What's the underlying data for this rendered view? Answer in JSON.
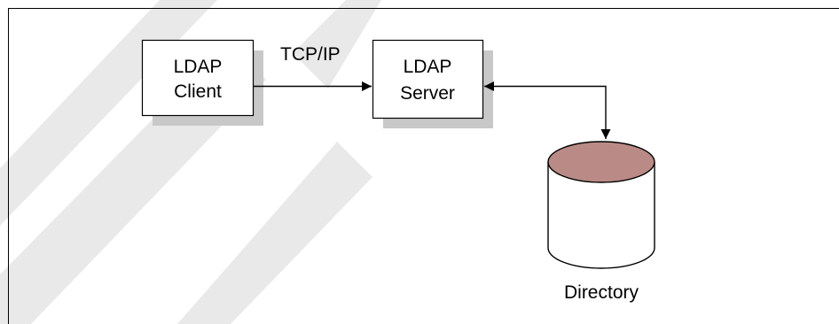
{
  "diagram": {
    "client": {
      "line1": "LDAP",
      "line2": "Client"
    },
    "server": {
      "line1": "LDAP",
      "line2": "Server"
    },
    "connection_label": "TCP/IP",
    "database_label": "Directory"
  },
  "colors": {
    "box_shadow": "#c8c8c8",
    "database_top": "#b98a86",
    "line": "#000000",
    "watermark": "#e6e6e6"
  }
}
